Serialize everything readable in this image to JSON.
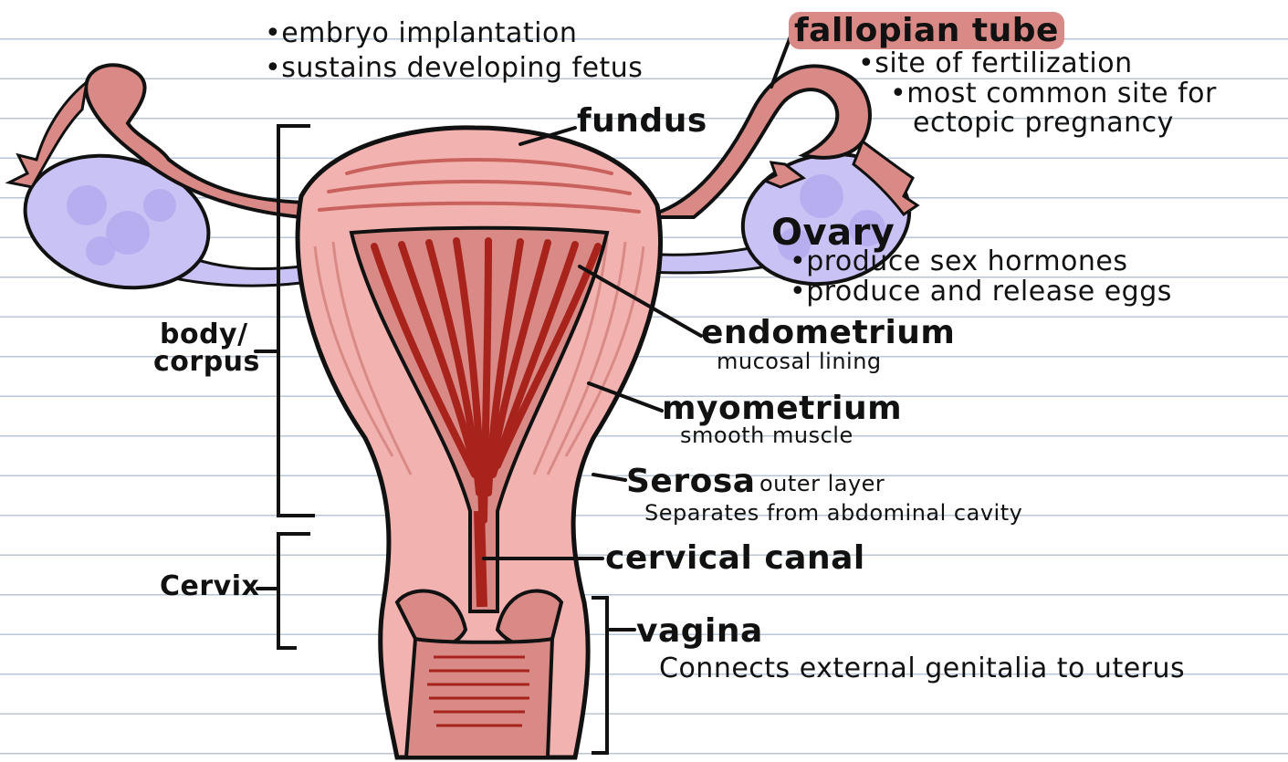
{
  "uterus": {
    "bullet1": "•embryo implantation",
    "bullet2": "•sustains developing fetus"
  },
  "labels": {
    "fundus": "fundus",
    "body": "body/",
    "corpus": "corpus",
    "cervix": "Cervix",
    "fallopian_tube": {
      "title": "fallopian tube",
      "note1": "•site of fertilization",
      "note2": "•most common site for",
      "note3": "ectopic pregnancy"
    },
    "ovary": {
      "title": "Ovary",
      "note1": "•produce sex hormones",
      "note2": "•produce and release eggs"
    },
    "endometrium": {
      "title": "endometrium",
      "note": "mucosal lining"
    },
    "myometrium": {
      "title": "myometrium",
      "note": "smooth muscle"
    },
    "serosa": {
      "title": "Serosa",
      "note1": "outer layer",
      "note2": "Separates from abdominal cavity"
    },
    "cervical_canal": "cervical canal",
    "vagina": {
      "title": "vagina",
      "note": "Connects external genitalia to uterus"
    }
  },
  "colors": {
    "uterus_fill": "#f2b3b0",
    "tube_fill": "#d98a86",
    "endometrium": "#a8231c",
    "ovary_fill": "#c9c2f5",
    "ovary_spot": "#b3a9ef",
    "paper_line": "#b9c6d6"
  }
}
